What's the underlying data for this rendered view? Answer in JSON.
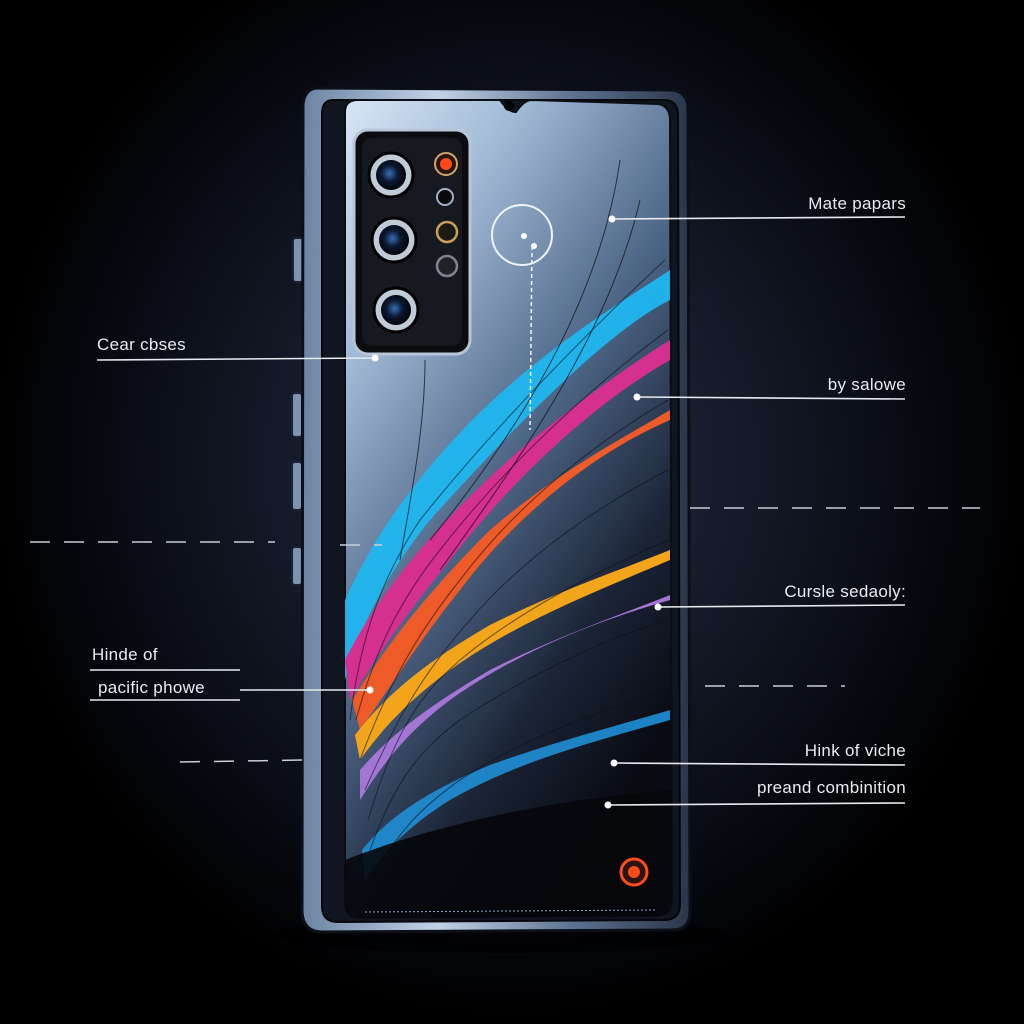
{
  "callouts": {
    "mate_papers": "Mate papars",
    "cear_cases": "Cear cbses",
    "by_salowe": "by salowe",
    "cursle_sedaoly": "Cursle sedaoly:",
    "hinde_of": "Hinde of",
    "pacific_phowe": "pacific phowe",
    "hink_of_viche": "Hink of viche",
    "preand_combinition": "preand combinition"
  },
  "colors": {
    "background": "#141a28",
    "phone_frame": "#8ea6c4",
    "stripe_blue": "#1fb6ef",
    "stripe_magenta": "#d5308f",
    "stripe_orange": "#ee5a28",
    "stripe_yellow": "#f2a41b",
    "stripe_violet": "#a575d6",
    "indicator_red": "#ff4a1c"
  }
}
